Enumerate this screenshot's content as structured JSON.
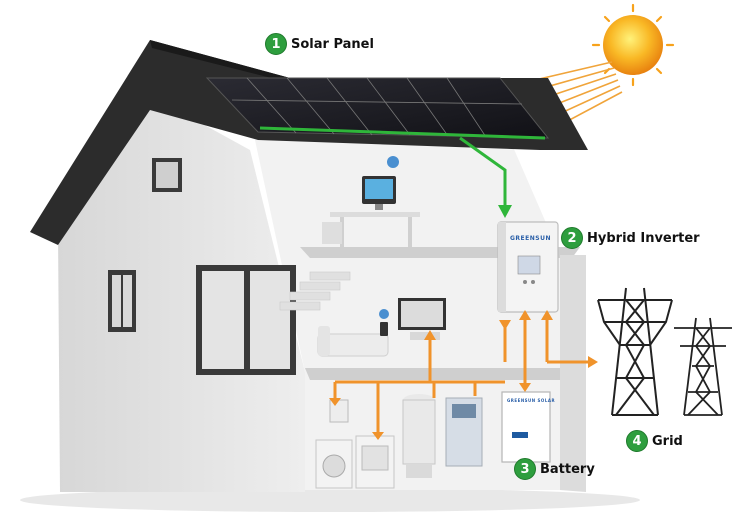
{
  "callouts": [
    {
      "number": "1",
      "label": "Solar Panel"
    },
    {
      "number": "2",
      "label": "Hybrid Inverter"
    },
    {
      "number": "3",
      "label": "Battery"
    },
    {
      "number": "4",
      "label": "Grid"
    }
  ],
  "inverter": {
    "brand": "GREENSUN"
  },
  "battery": {
    "brand": "GREENSUN SOLAR"
  },
  "colors": {
    "callout_green": "#2e9e3e",
    "solar_line": "#2fb63a",
    "power_line": "#f0932b",
    "sun": "#f7a21b",
    "roof": "#2c2c2c",
    "wall": "#e6e6e6"
  }
}
